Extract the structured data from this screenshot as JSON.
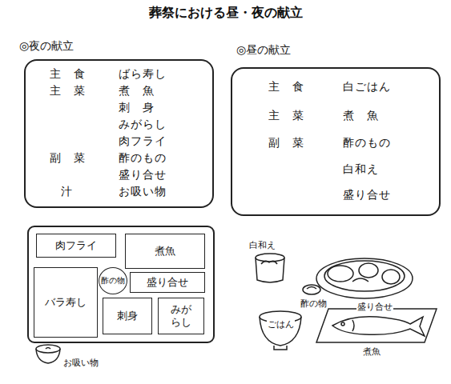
{
  "diagram": {
    "title": "葬祭における昼・夜の献立",
    "nodes": [
      {
        "text": [
          "◎夜の献立",
          "主　食",
          "ばら寿し",
          "主　菜",
          "煮　魚",
          "刺　身",
          "みがらし",
          "肉フライ",
          "副　菜",
          "酢のもの",
          "盛り合せ",
          "汁",
          "お吸い物"
        ]
      },
      {
        "text": [
          "◎昼の献立",
          "主　食",
          "白ごはん",
          "主　菜",
          "煮　魚",
          "副　菜",
          "酢のもの",
          "白和え",
          "盛り合せ"
        ]
      },
      {
        "text": [
          "肉フライ"
        ]
      },
      {
        "text": [
          "煮魚"
        ]
      },
      {
        "text": [
          "バラ寿し"
        ]
      },
      {
        "text": [
          "酢の物"
        ]
      },
      {
        "text": [
          "盛り合せ"
        ]
      },
      {
        "text": [
          "刺身"
        ]
      },
      {
        "text": [
          "みがらし"
        ]
      }
    ],
    "labels": [
      "お吸い物",
      "白和え",
      "ごはん",
      "酢の物",
      "盛り合せ",
      "煮魚"
    ]
  }
}
